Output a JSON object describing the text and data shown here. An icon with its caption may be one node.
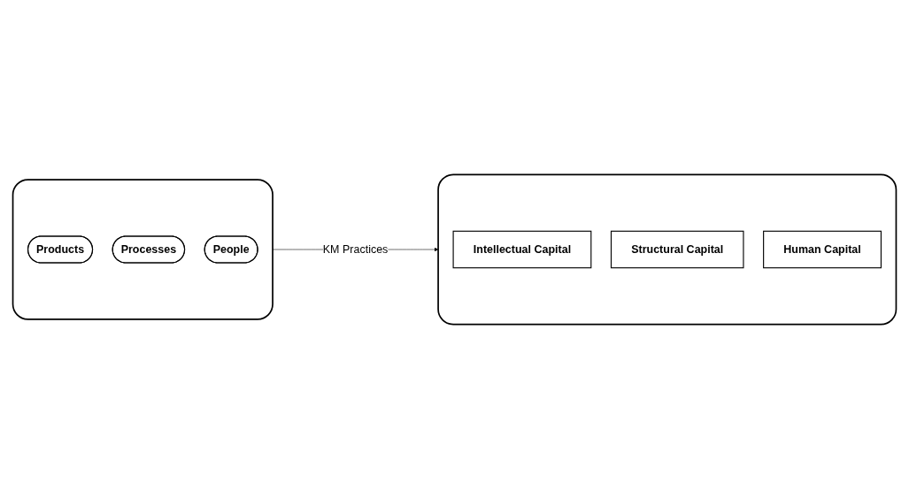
{
  "diagram": {
    "nodes": [
      {
        "text": [],
        "shape": "box"
      },
      {
        "text": [
          "Products"
        ],
        "in": 0
      },
      {
        "text": [
          "Processes"
        ],
        "in": 0
      },
      {
        "text": [
          "People"
        ],
        "in": 0
      },
      {
        "text": [],
        "shape": "box"
      },
      {
        "text": [
          "Intellectual Capital"
        ],
        "in": 4
      },
      {
        "text": [
          "Structural Capital"
        ],
        "in": 4
      },
      {
        "text": [
          "Human Capital"
        ],
        "in": 4
      }
    ],
    "edges": [
      {
        "from": 0,
        "to": 4,
        "arrow": "to",
        "label": "KM Practices"
      }
    ]
  }
}
